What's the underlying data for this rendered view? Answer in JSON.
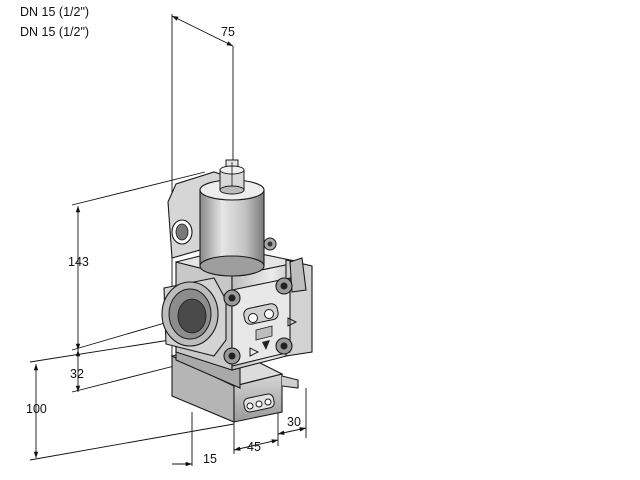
{
  "header": {
    "line1": "DN 15 (1/2\")",
    "line2": "DN 15 (1/2\")"
  },
  "dimensions": {
    "d75": "75",
    "d143": "143",
    "d32": "32",
    "d100": "100",
    "d15": "15",
    "d45": "45",
    "d30": "30"
  }
}
